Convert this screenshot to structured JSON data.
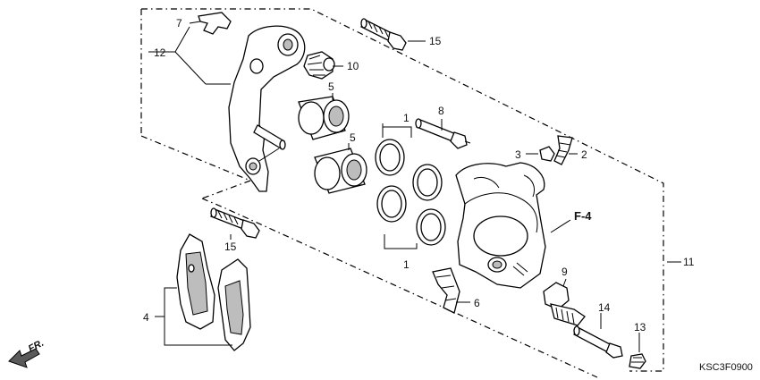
{
  "callouts": {
    "c1a": "1",
    "c1b": "1",
    "c2": "2",
    "c3": "3",
    "c4": "4",
    "c5a": "5",
    "c5b": "5",
    "c6": "6",
    "c7": "7",
    "c8": "8",
    "c9": "9",
    "c10": "10",
    "c11": "11",
    "c12": "12",
    "c13": "13",
    "c14": "14",
    "c15a": "15",
    "c15b": "15"
  },
  "reference": "F-4",
  "direction": "FR.",
  "diagram_code": "KSC3F0900"
}
